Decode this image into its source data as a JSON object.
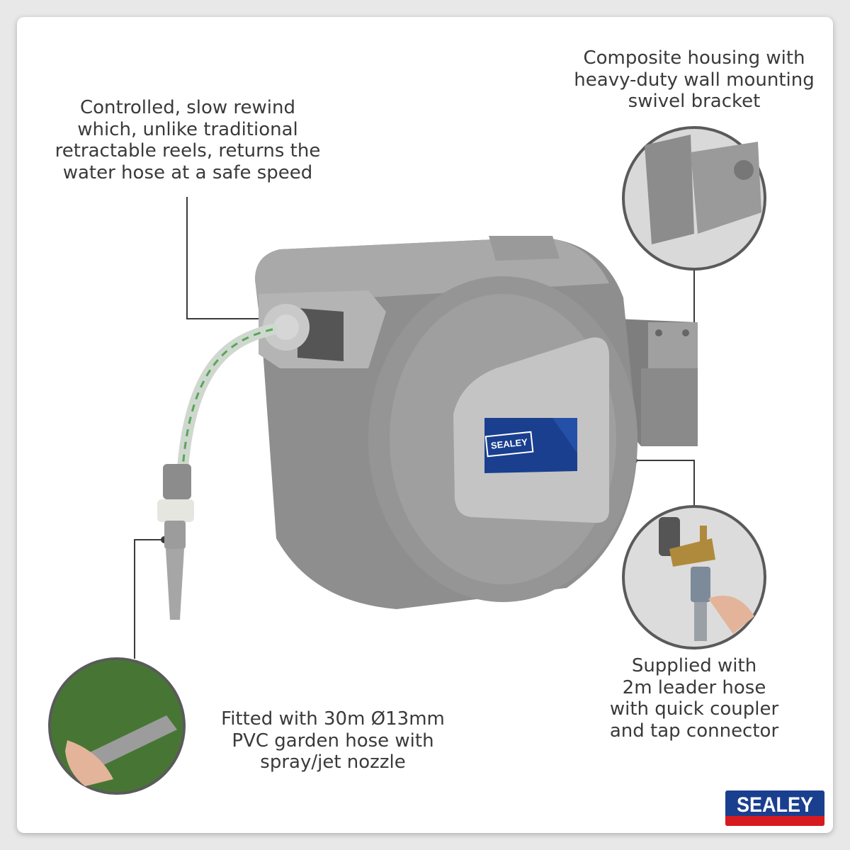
{
  "callouts": {
    "rewind": {
      "lines": [
        "Controlled, slow rewind",
        "which, unlike traditional",
        "retractable reels, returns the",
        "water hose at a safe speed"
      ]
    },
    "housing": {
      "lines": [
        "Composite housing with",
        "heavy-duty wall mounting",
        "swivel bracket"
      ]
    },
    "leader": {
      "lines": [
        "Supplied with",
        "2m leader hose",
        "with quick coupler",
        "and tap connector"
      ]
    },
    "hose": {
      "lines": [
        "Fitted with 30m Ø13mm",
        "PVC garden hose with",
        "spray/jet nozzle"
      ]
    }
  },
  "product_badge": "SEALEY",
  "brand_logo": "SEALEY",
  "colors": {
    "housing_grey": "#8e8e8e",
    "panel_grey": "#bdbdbd",
    "brand_blue": "#1a3f8f",
    "brand_red": "#d71920",
    "hose_green": "#5aa55a"
  }
}
